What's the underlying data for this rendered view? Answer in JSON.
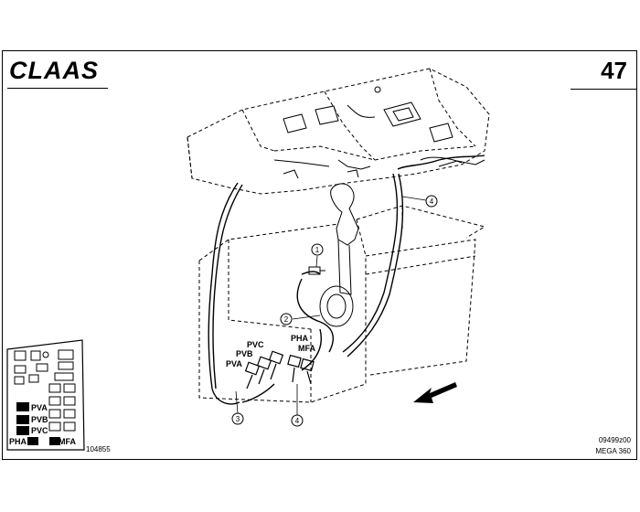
{
  "header": {
    "brand": "CLAAS",
    "page_number": "47"
  },
  "footer": {
    "doc_code": "104855",
    "figure_code": "09499z00",
    "model": "MEGA 360"
  },
  "callouts": [
    "1",
    "2",
    "3",
    "4",
    "4"
  ],
  "connector_labels": {
    "pvc": "PVC",
    "pvb": "PVB",
    "pva": "PVA",
    "pha": "PHA",
    "mfa": "MFA"
  },
  "legend": {
    "items": [
      "PVA",
      "PVB",
      "PVC"
    ],
    "bottom_left": "PHA",
    "bottom_right": "MFA"
  }
}
